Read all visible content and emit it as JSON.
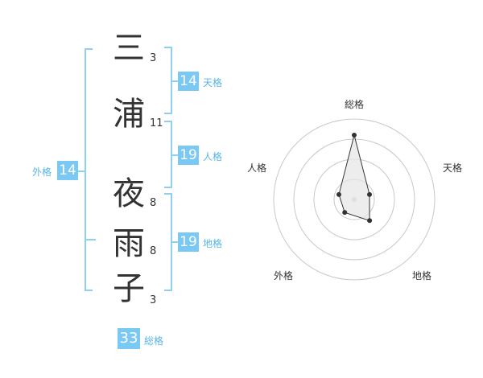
{
  "name": {
    "chars": [
      {
        "char": "三",
        "strokes": "3"
      },
      {
        "char": "浦",
        "strokes": "11"
      },
      {
        "char": "夜",
        "strokes": "8"
      },
      {
        "char": "雨",
        "strokes": "8"
      },
      {
        "char": "子",
        "strokes": "3"
      }
    ]
  },
  "kakusu": {
    "tenkaku": {
      "label": "天格",
      "value": "14"
    },
    "jinkaku": {
      "label": "人格",
      "value": "19"
    },
    "chikaku": {
      "label": "地格",
      "value": "19"
    },
    "gaikaku": {
      "label": "外格",
      "value": "14"
    },
    "soukaku": {
      "label": "総格",
      "value": "33"
    }
  },
  "radar": {
    "labels": {
      "soukaku": "総格",
      "tenkaku": "天格",
      "chikaku": "地格",
      "gaikaku": "外格",
      "jinkaku": "人格"
    },
    "rings": 4,
    "max": 4,
    "values": [
      3.2,
      0.8,
      1.3,
      0.8,
      0.8
    ],
    "line_color": "#333333",
    "fill_color": "#e6e6e6",
    "ring_color": "#c8c8c8"
  }
}
